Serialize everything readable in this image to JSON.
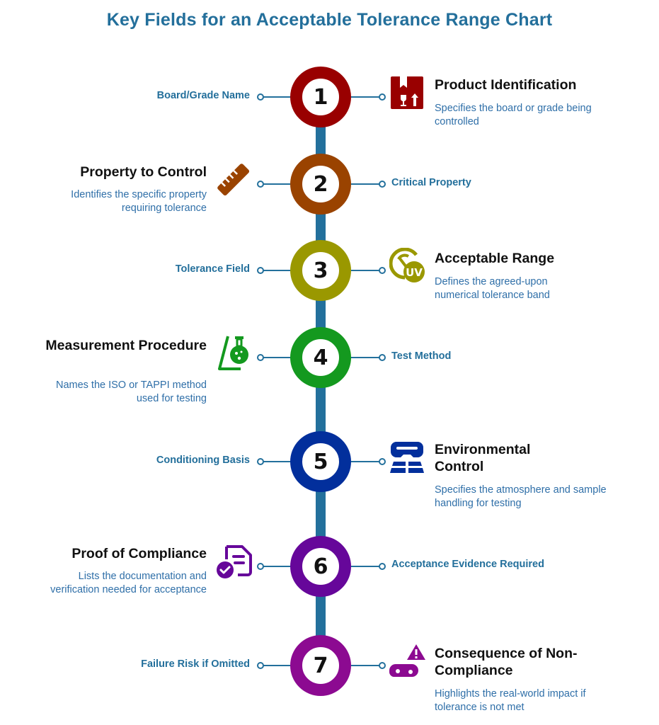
{
  "title": "Key Fields for an Acceptable Tolerance Range Chart",
  "colors": {
    "title": "#236f9b",
    "spine": "#23709c",
    "step1": "#990000",
    "step2": "#9a4300",
    "step3": "#9a9800",
    "step4": "#14991f",
    "step5": "#022f9c",
    "step6": "#66079a",
    "step7": "#8c0a91",
    "description": "#2f6fa8"
  },
  "steps": [
    {
      "number": "1",
      "field_label": "Board/Grade Name",
      "heading": "Product Identification",
      "description": "Specifies the board or grade being controlled",
      "icon": "box-fragile-icon",
      "label_side": "left",
      "detail_side": "right"
    },
    {
      "number": "2",
      "field_label": "Critical Property",
      "heading": "Property to Control",
      "description": "Identifies the specific property requiring tolerance",
      "icon": "ruler-icon",
      "label_side": "right",
      "detail_side": "left"
    },
    {
      "number": "3",
      "field_label": "Tolerance Field",
      "heading": "Acceptable Range",
      "description": "Defines the agreed-upon numerical tolerance band",
      "icon": "uv-gauge-icon",
      "label_side": "left",
      "detail_side": "right"
    },
    {
      "number": "4",
      "field_label": "Test Method",
      "heading": "Measurement Procedure",
      "description": "Names the ISO or TAPPI method used for testing",
      "icon": "flask-icon",
      "label_side": "right",
      "detail_side": "left"
    },
    {
      "number": "5",
      "field_label": "Conditioning Basis",
      "heading": "Environmental Control",
      "description": "Specifies the atmosphere and sample handling for testing",
      "icon": "environment-icon",
      "label_side": "left",
      "detail_side": "right"
    },
    {
      "number": "6",
      "field_label": "Acceptance Evidence Required",
      "heading": "Proof of Compliance",
      "description": "Lists the documentation and verification needed for acceptance",
      "icon": "document-check-icon",
      "label_side": "right",
      "detail_side": "left"
    },
    {
      "number": "7",
      "field_label": "Failure Risk if Omitted",
      "heading": "Consequence of Non-Compliance",
      "description": "Highlights the real-world impact if tolerance is not met",
      "icon": "warning-hazard-icon",
      "label_side": "left",
      "detail_side": "right"
    }
  ]
}
